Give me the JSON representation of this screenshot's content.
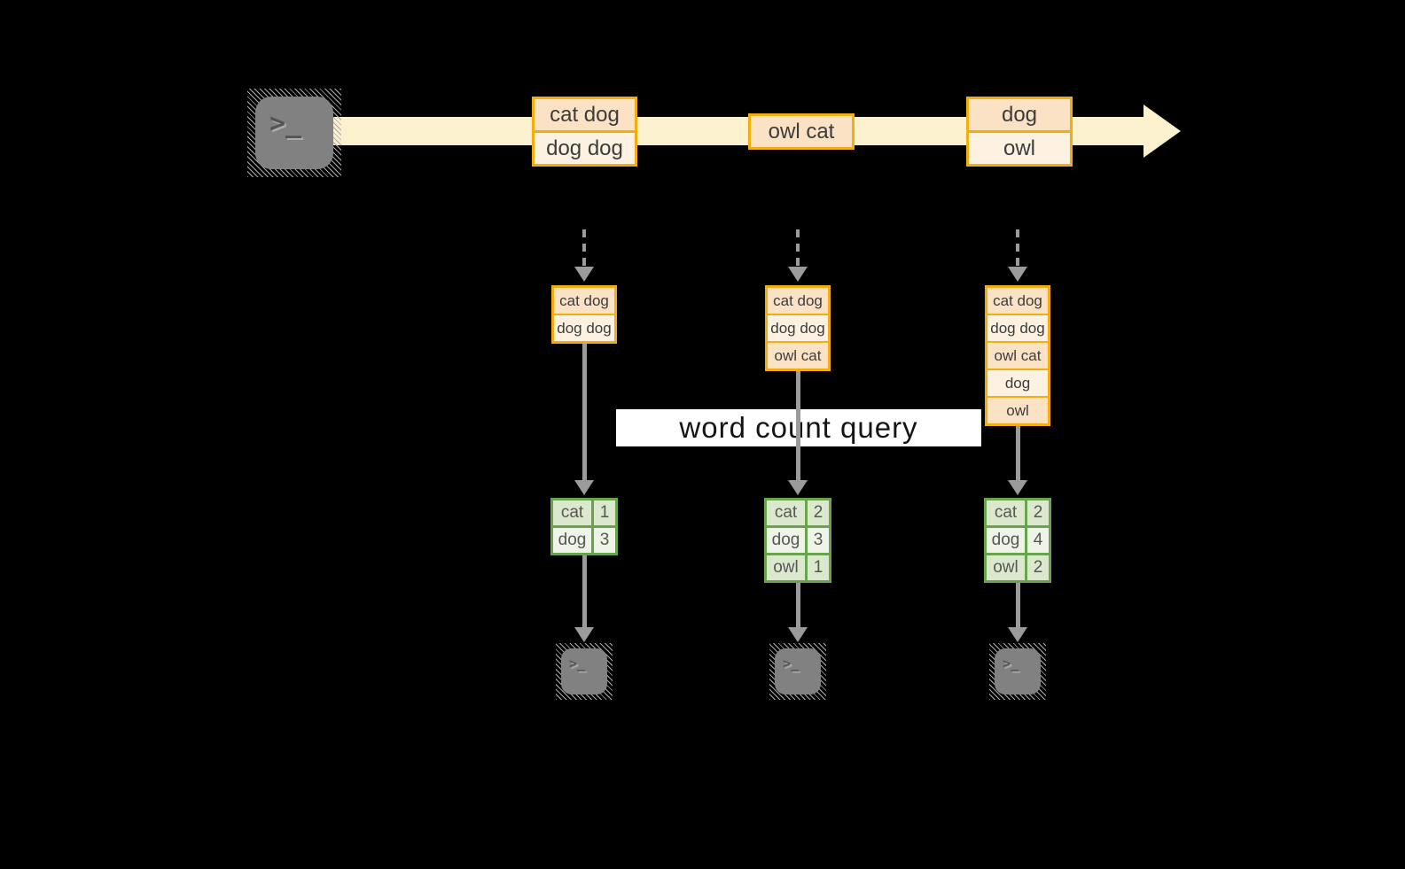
{
  "diagram": {
    "query_label": "word count query",
    "terminal_glyph": ">_",
    "producer": {
      "icon": "terminal-icon"
    },
    "stream_events": [
      {
        "lines": [
          "cat dog",
          "dog dog"
        ]
      },
      {
        "lines": [
          "owl cat"
        ]
      },
      {
        "lines": [
          "dog",
          "owl"
        ]
      }
    ],
    "pipelines": [
      {
        "buffer": [
          "cat dog",
          "dog dog"
        ],
        "counts": [
          [
            "cat",
            "1"
          ],
          [
            "dog",
            "3"
          ]
        ],
        "consumer_icon": "terminal-icon"
      },
      {
        "buffer": [
          "cat dog",
          "dog dog",
          "owl cat"
        ],
        "counts": [
          [
            "cat",
            "2"
          ],
          [
            "dog",
            "3"
          ],
          [
            "owl",
            "1"
          ]
        ],
        "consumer_icon": "terminal-icon"
      },
      {
        "buffer": [
          "cat dog",
          "dog dog",
          "owl cat",
          "dog",
          "owl"
        ],
        "counts": [
          [
            "cat",
            "2"
          ],
          [
            "dog",
            "4"
          ],
          [
            "owl",
            "2"
          ]
        ],
        "consumer_icon": "terminal-icon"
      }
    ],
    "colors": {
      "background": "#000000",
      "stream": "#fbf1cf",
      "event_border": "#f3ad0e",
      "event_fill_dark": "#fbe2c4",
      "event_fill_light": "#fdf2e2",
      "table_border": "#67a44c",
      "table_fill_dark": "#dbe8cd",
      "table_fill_light": "#eef4e7",
      "arrow_gray": "#9b9b9b",
      "terminal_gray": "#818181",
      "query_band": "#ffffff"
    }
  }
}
